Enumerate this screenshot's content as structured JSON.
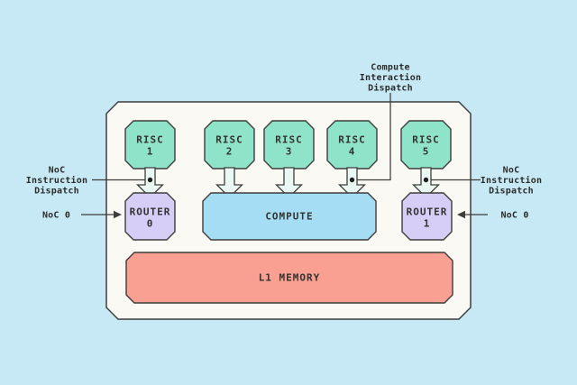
{
  "diagram": {
    "name": "tensix-core-architecture",
    "blocks": {
      "risc": [
        {
          "label": "RISC",
          "number": "1"
        },
        {
          "label": "RISC",
          "number": "2"
        },
        {
          "label": "RISC",
          "number": "3"
        },
        {
          "label": "RISC",
          "number": "4"
        },
        {
          "label": "RISC",
          "number": "5"
        }
      ],
      "routers": [
        {
          "label": "ROUTER",
          "number": "0"
        },
        {
          "label": "ROUTER",
          "number": "1"
        }
      ],
      "compute": {
        "label": "COMPUTE"
      },
      "l1_memory": {
        "label": "L1 MEMORY"
      }
    },
    "annotations": {
      "compute_interaction_dispatch": {
        "lines": [
          "Compute",
          "Interaction",
          "Dispatch"
        ]
      },
      "noc_instruction_dispatch_left": {
        "lines": [
          "NoC",
          "Instruction",
          "Dispatch"
        ]
      },
      "noc_instruction_dispatch_right": {
        "lines": [
          "NoC",
          "Instruction",
          "Dispatch"
        ]
      },
      "noc0_left": "NoC 0",
      "noc0_right": "NoC 0"
    },
    "colors": {
      "background": "#c7e9f5",
      "tile_fill": "#fbf9f4",
      "risc_fill": "#8fe3c8",
      "router_fill": "#d6cef7",
      "compute_fill": "#a5ddf4",
      "l1_fill": "#f9a092",
      "arrow_fill": "#e9f8f2",
      "outline": "#3d3d3b",
      "text": "#33332f"
    }
  }
}
